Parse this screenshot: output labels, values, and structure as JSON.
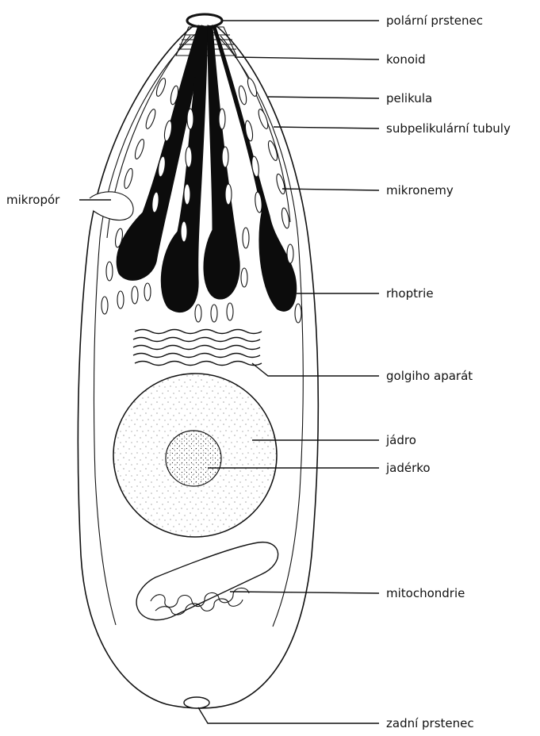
{
  "labels": {
    "polar_ring": "polární prstenec",
    "conoid": "konoid",
    "pellicle": "pelikula",
    "subpellicular_tubules": "subpelikulární tubuly",
    "micronemes": "mikronemy",
    "micropore": "mikropór",
    "rhoptries": "rhoptrie",
    "golgi": "golgiho aparát",
    "nucleus": "jádro",
    "nucleolus": "jadérko",
    "mitochondrion": "mitochondrie",
    "posterior_ring": "zadní prstenec"
  },
  "colors": {
    "ink": "#111111",
    "rhoptry_fill": "#0c0c0c",
    "background": "#ffffff"
  }
}
